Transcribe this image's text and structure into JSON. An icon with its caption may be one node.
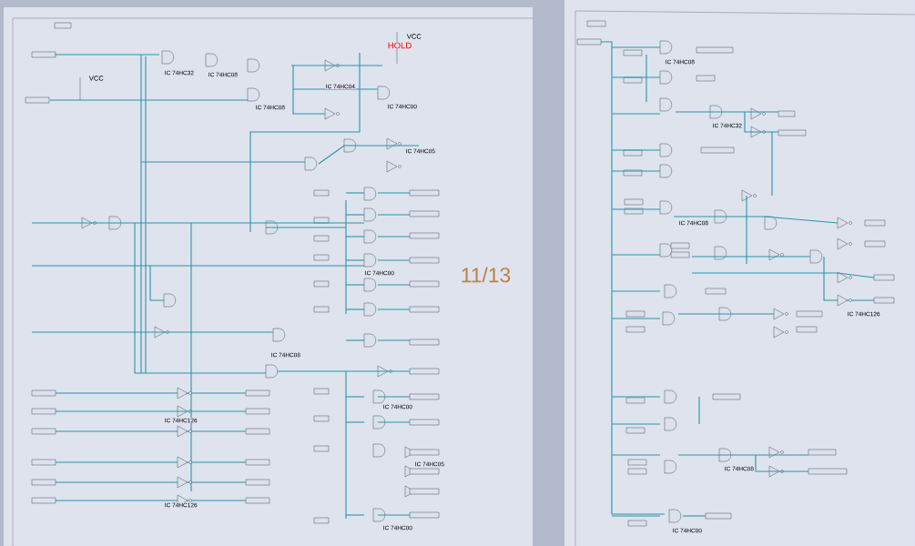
{
  "diagram": {
    "labels": [
      "VCC",
      "VCC",
      "HOLD",
      "IC 74HC32",
      "IC 74HC08",
      "IC 74HC08",
      "IC 74HC04",
      "IC 74HC00",
      "IC 74HC05",
      "IC 74HC00",
      "IC 74HC126",
      "IC 74HC126",
      "IC 74HC08",
      "IC 74HC00",
      "IC 74HC05",
      "IC 74HC00",
      "IC 74HC08",
      "IC 74HC32",
      "IC 74HC08",
      "IC 74HC126",
      "IC 74HC08",
      "IC 74HC00",
      "11/13"
    ]
  }
}
